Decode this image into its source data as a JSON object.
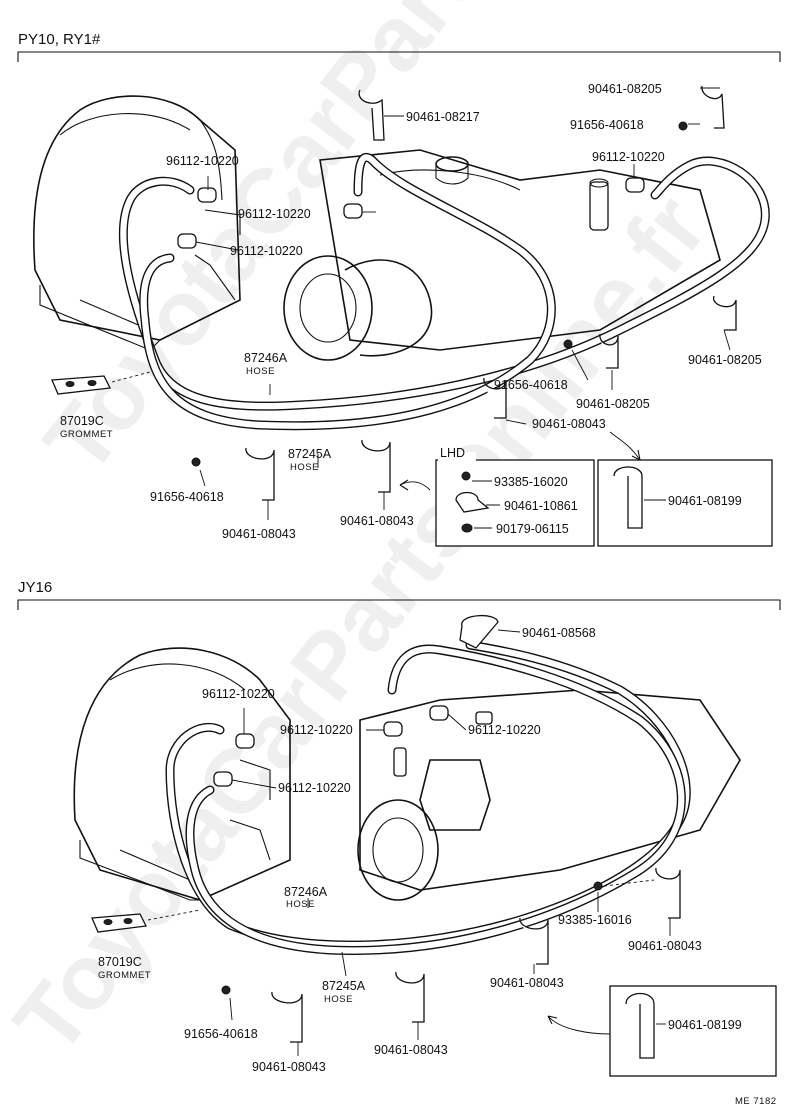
{
  "sections": [
    {
      "title": "PY10, RY1#"
    },
    {
      "title": "JY16"
    }
  ],
  "top": {
    "labels": {
      "clip_08217": "90461-08217",
      "clip_08205_a": "90461-08205",
      "bolt_40618_a": "91656-40618",
      "clamp_10220_a": "96112-10220",
      "clamp_10220_b": "96112-10220",
      "clamp_10220_c": "96112-10220",
      "clamp_10220_d": "96112-10220",
      "clip_08205_b": "90461-08205",
      "bolt_40618_b": "91656-40618",
      "clip_08205_c": "90461-08205",
      "clip_08043_a": "90461-08043",
      "hose_87246A": "87246A",
      "hose_87246A_sub": "HOSE",
      "grommet": "87019C",
      "grommet_sub": "GROMMET",
      "hose_87245A": "87245A",
      "hose_87245A_sub": "HOSE",
      "bolt_40618_c": "91656-40618",
      "clip_08043_b": "90461-08043",
      "clip_08043_c": "90461-08043"
    },
    "lhd_box": {
      "title": "LHD",
      "items": [
        "93385-16020",
        "90461-10861",
        "90179-06115"
      ]
    },
    "clip_box": {
      "label": "90461-08199"
    }
  },
  "bottom": {
    "labels": {
      "clip_08568": "90461-08568",
      "clamp_10220_a": "96112-10220",
      "clamp_10220_b": "96112-10220",
      "clamp_10220_c": "96112-10220",
      "clamp_10220_d": "96112-10220",
      "hose_87246A": "87246A",
      "hose_87246A_sub": "HOSE",
      "bolt_16016": "93385-16016",
      "grommet": "87019C",
      "grommet_sub": "GROMMET",
      "clip_08043_a": "90461-08043",
      "clip_08043_b": "90461-08043",
      "hose_87245A": "87245A",
      "hose_87245A_sub": "HOSE",
      "bolt_40618": "91656-40618",
      "clip_08043_c": "90461-08043",
      "clip_08043_d": "90461-08043"
    },
    "clip_box": {
      "label": "90461-08199"
    }
  },
  "footer": {
    "code": "ME 7182"
  },
  "watermark": "ToyotaCarPartsOnline.fr"
}
